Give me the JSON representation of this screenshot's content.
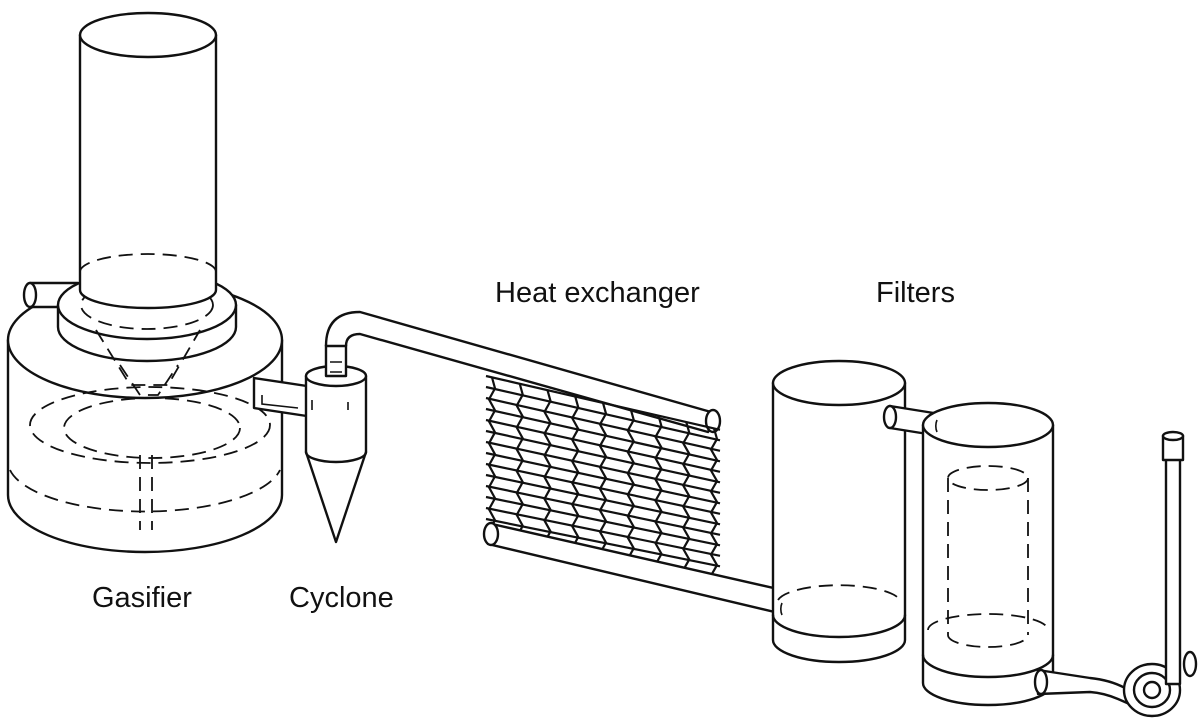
{
  "labels": {
    "gasifier": "Gasifier",
    "cyclone": "Cyclone",
    "heat_exchanger": "Heat exchanger",
    "filters": "Filters"
  }
}
